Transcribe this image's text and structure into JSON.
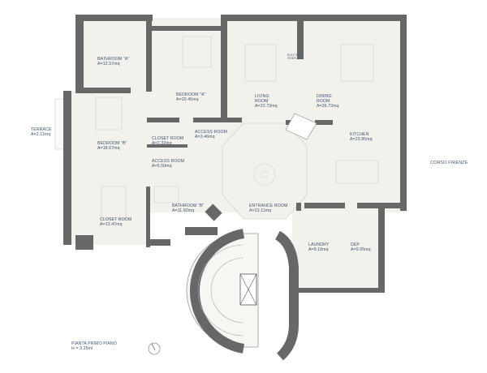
{
  "title": {
    "name": "PIANTA PRIMO PIANO",
    "height": "H = 3.35ml"
  },
  "street": "CORSO FIRENZE",
  "colors": {
    "wall": "#676767",
    "floor": "#f2f1ec",
    "label": "#3d5570",
    "furniture": "#d8d6d0"
  },
  "rooms": {
    "bathroom_a": {
      "name": "BATHROOM \"A\"",
      "area": "A=12.57mq"
    },
    "bedroom_a": {
      "name": "BEDROOM \"A\"",
      "area": "A=20.45mq"
    },
    "living": {
      "name1": "LIVING",
      "name2": "ROOM",
      "area": "A=22.73mq"
    },
    "fireplace": {
      "l1": "ELECTRIC",
      "l2": "FIREPLACE"
    },
    "dining": {
      "name1": "DINING",
      "name2": "ROOM",
      "area": "A=26.72mq"
    },
    "terrace": {
      "name": "TERRACE",
      "area": "A=2.11mq"
    },
    "bedroom_b": {
      "name": "BEDROOM \"B\"",
      "area": "A=18.67mq"
    },
    "closet_small": {
      "name": "CLOSET ROOM",
      "area": "A=2.32mq"
    },
    "access_small": {
      "name": "ACCESS ROOM",
      "area": "A=3.46mq"
    },
    "access": {
      "name": "ACCESS ROOM",
      "area": "A=5.50mq"
    },
    "kitchen": {
      "name": "KITCHEN",
      "area": "A=23.85mq"
    },
    "closet": {
      "name": "CLOSET ROOM",
      "area": "A=13.47mq"
    },
    "bathroom_b": {
      "name": "BATHROOM \"B\"",
      "area": "A=11.82mq"
    },
    "entrance": {
      "name": "ENTRANCE ROOM",
      "area": "A=23.11mq"
    },
    "laundry": {
      "name": "LAUNDRY",
      "area": "A=9.16mq"
    },
    "dep": {
      "name": "DEP",
      "area": "A=9.95mq"
    }
  }
}
